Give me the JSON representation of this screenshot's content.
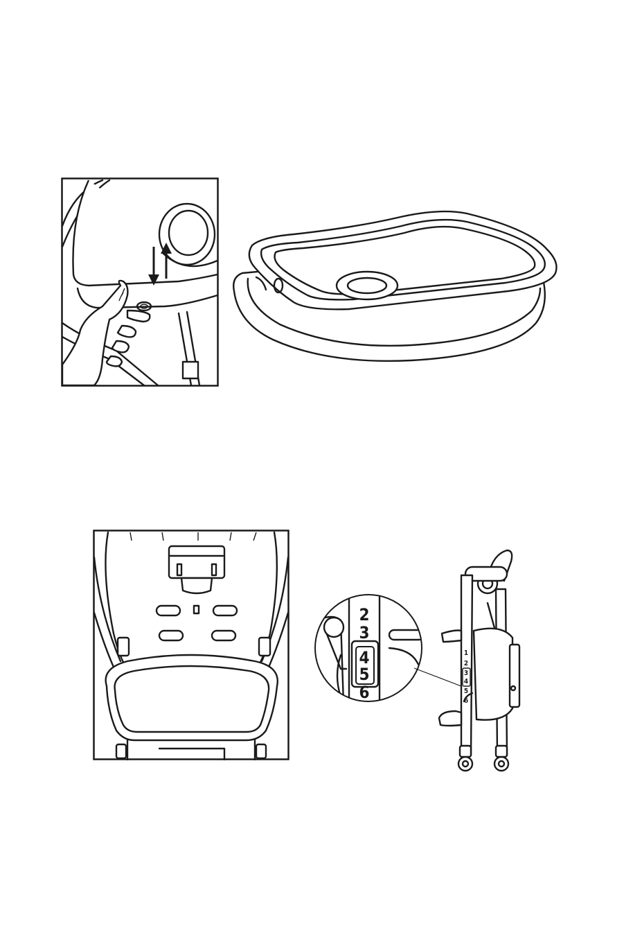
{
  "height_scale": {
    "zoom_numbers": [
      "2",
      "3",
      "4",
      "5",
      "6"
    ],
    "chair_numbers": [
      "1",
      "2",
      "3",
      "4",
      "5",
      "6"
    ]
  }
}
